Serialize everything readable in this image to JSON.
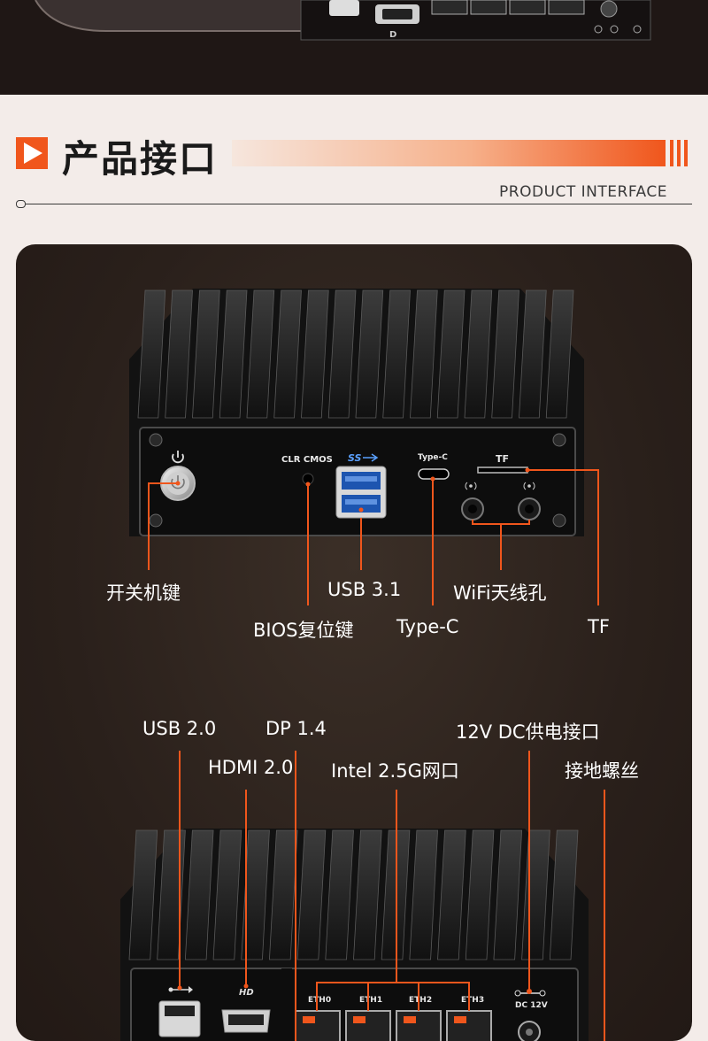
{
  "header": {
    "title": "产品接口",
    "subtitle": "PRODUCT INTERFACE"
  },
  "front_panel": {
    "silk": {
      "clr_cmos": "CLR CMOS",
      "usb_logo": "SS",
      "typec": "Type-C",
      "tf": "TF"
    },
    "callouts": {
      "power": "开关机键",
      "bios": "BIOS复位键",
      "usb31": "USB 3.1",
      "typec": "Type-C",
      "wifi": "WiFi天线孔",
      "tf": "TF"
    }
  },
  "rear_panel": {
    "silk": {
      "hd": "HD",
      "eth0": "ETH0",
      "eth1": "ETH1",
      "eth2": "ETH2",
      "eth3": "ETH3",
      "dc": "DC 12V"
    },
    "callouts": {
      "usb20": "USB 2.0",
      "dp": "DP 1.4",
      "dc_power": "12V DC供电接口",
      "hdmi": "HDMI 2.0",
      "lan": "Intel 2.5G网口",
      "ground": "接地螺丝"
    }
  },
  "colors": {
    "accent": "#f0561c",
    "dark": "#1f1715",
    "panel": "#2c221d"
  }
}
